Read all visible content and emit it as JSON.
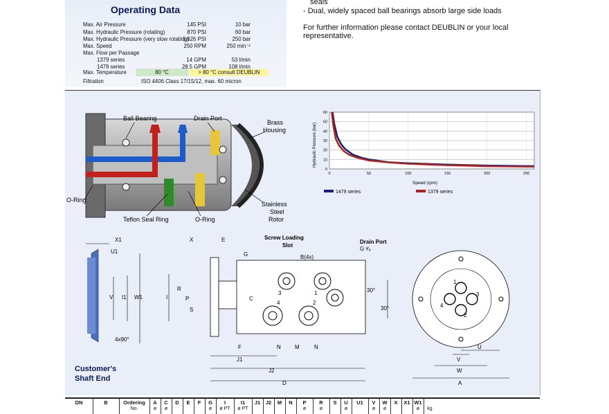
{
  "operating_data": {
    "title": "Operating Data",
    "rows": [
      {
        "label": "Max. Air Pressure",
        "value1": "145 PSI",
        "value2": "10 bar"
      },
      {
        "label": "Max. Hydraulic Pressure (rotating)",
        "value1": "870 PSI",
        "value2": "60 bar"
      },
      {
        "label": "Max. Hydraulic Pressure (very slow rotating)",
        "value1": "3.626 PSI",
        "value2": "250 bar"
      },
      {
        "label": "Max. Speed",
        "value1": "250 RPM",
        "value2": "250 min⁻¹"
      },
      {
        "label": "Max. Flow per Passage",
        "value1": "",
        "value2": ""
      },
      {
        "label": "1379 series",
        "value1": "14 GPM",
        "value2": "53 l/min"
      },
      {
        "label": "1479 series",
        "value1": "28.5 GPM",
        "value2": "108 l/min"
      }
    ],
    "temperature": {
      "label": "Max. Temperature",
      "value1": "80 °C",
      "value2": "> 80 °C consult DEUBLIN"
    },
    "filtration": {
      "label": "Filtration",
      "value": "ISO 4406 Class 17/15/12, max. 60 micron"
    },
    "colors": {
      "temp_green": "#cfe8c7",
      "temp_yellow": "#fff59a"
    }
  },
  "right_text": {
    "line_seals": "seals",
    "bullet": "-  Dual, widely spaced ball bearings absorb large side loads",
    "contact_1": "For further information please contact DEUBLIN or your local",
    "contact_2": "representative."
  },
  "cutaway": {
    "labels": {
      "ball_bearing": "Ball Bearing",
      "drain_port": "Drain Port",
      "brass": "Brass",
      "housing": "Housing",
      "o_ring_left": "O-Ring",
      "teflon": "Teflon Seal Ring",
      "o_ring_bottom": "O-Ring",
      "stainless": "Stainless",
      "steel": "Steel",
      "rotor": "Rotor"
    }
  },
  "chart_data": {
    "type": "line",
    "ylabel": "Hydraulic Pressure (bar)",
    "xlabel": "Speed (rpm)",
    "xlim": [
      0,
      260
    ],
    "ylim": [
      0,
      60
    ],
    "x_ticks": [
      0,
      50,
      100,
      150,
      200,
      250
    ],
    "y_ticks": [
      0,
      10,
      20,
      30,
      40,
      50,
      60
    ],
    "grid": true,
    "legend_placement": "bottom",
    "series": [
      {
        "name": "1479 series",
        "color": "#1c1f7a",
        "x": [
          4,
          6,
          10,
          15,
          20,
          30,
          40,
          50,
          75,
          100,
          150,
          200,
          250,
          260
        ],
        "y": [
          60,
          48,
          34,
          26,
          21,
          15,
          12,
          10,
          7,
          6,
          4.5,
          3.5,
          3,
          3
        ]
      },
      {
        "name": "1379 series",
        "color": "#b0201e",
        "x": [
          3,
          5,
          8,
          12,
          18,
          25,
          35,
          50,
          75,
          100,
          150,
          200,
          250,
          260
        ],
        "y": [
          60,
          46,
          32,
          25,
          19,
          15,
          12,
          9,
          7,
          5.5,
          4,
          3,
          2.5,
          2.5
        ]
      }
    ]
  },
  "dimensions": {
    "shaft_end_title_1": "Customer's",
    "shaft_end_title_2": "Shaft End",
    "x1": "X1",
    "u1": "U1",
    "v": "V",
    "i1": "I1",
    "w1": "W1",
    "angle": "4x90°",
    "x": "X",
    "e": "E",
    "g": "G",
    "screw_1": "Screw Loading",
    "screw_2": "Slot",
    "b4x": "B(4x)",
    "drain_1": "Drain Port",
    "drain_2": "G ³⁄₈",
    "r": "R",
    "i": "I",
    "p": "P",
    "s": "S",
    "c": "C",
    "n1": "N",
    "m": "M",
    "n2": "N",
    "f": "F",
    "j1": "J1",
    "j2": "J2",
    "d": "D",
    "deg30a": "30°",
    "deg30b": "30°",
    "port_1": "1",
    "port_2": "2",
    "port_3": "3",
    "port_4": "4",
    "front_1": "1",
    "front_2": "2",
    "front_3": "3",
    "front_4": "4",
    "u": "U",
    "v2": "V",
    "w": "W",
    "a": "A"
  },
  "table": {
    "headers": [
      {
        "top": "DN",
        "bottom": ""
      },
      {
        "top": "B",
        "bottom": ""
      },
      {
        "top": "Ordering",
        "bottom": "No."
      },
      {
        "top": "A",
        "bottom": "ø"
      },
      {
        "top": "C",
        "bottom": "ø"
      },
      {
        "top": "D",
        "bottom": ""
      },
      {
        "top": "E",
        "bottom": ""
      },
      {
        "top": "F",
        "bottom": ""
      },
      {
        "top": "G",
        "bottom": "ø"
      },
      {
        "top": "I",
        "bottom": "ø PT"
      },
      {
        "top": "I1",
        "bottom": "ø PT"
      },
      {
        "top": "J1",
        "bottom": ""
      },
      {
        "top": "J2",
        "bottom": ""
      },
      {
        "top": "M",
        "bottom": ""
      },
      {
        "top": "N",
        "bottom": ""
      },
      {
        "top": "P",
        "bottom": "ø"
      },
      {
        "top": "R",
        "bottom": "ø"
      },
      {
        "top": "S",
        "bottom": ""
      },
      {
        "top": "U",
        "bottom": "ø"
      },
      {
        "top": "U1",
        "bottom": ""
      },
      {
        "top": "V",
        "bottom": "ø"
      },
      {
        "top": "W",
        "bottom": "ø"
      },
      {
        "top": "X",
        "bottom": ""
      },
      {
        "top": "X1",
        "bottom": ""
      },
      {
        "top": "W1",
        "bottom": "ø"
      },
      {
        "top": "",
        "bottom": "kg"
      }
    ]
  }
}
